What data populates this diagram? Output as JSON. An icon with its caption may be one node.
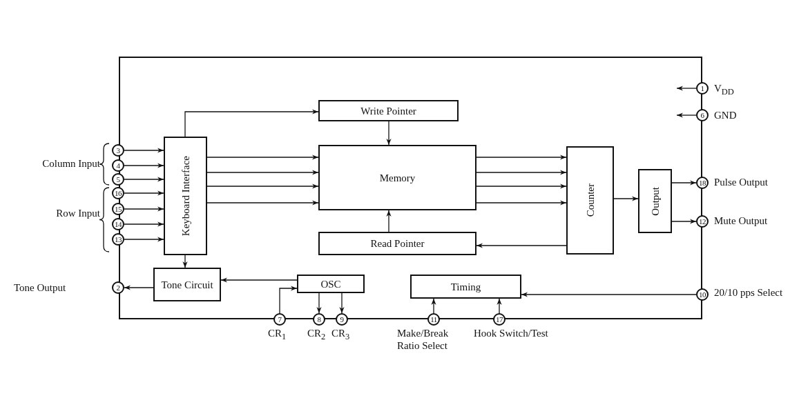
{
  "diagram": {
    "nodes": [
      {
        "text": [],
        "shape": "box"
      },
      {
        "text": [
          "Write Pointer"
        ],
        "in": 0
      },
      {
        "text": [
          "Keyboard Interface"
        ],
        "in": 0
      },
      {
        "text": [
          "Memory"
        ],
        "in": 0
      },
      {
        "text": [
          "Counter"
        ],
        "in": 0
      },
      {
        "text": [
          "Output"
        ],
        "in": 0
      },
      {
        "text": [
          "Read Pointer"
        ],
        "in": 0
      },
      {
        "text": [
          "Tone Circuit"
        ],
        "in": 0
      },
      {
        "text": [
          "OSC"
        ],
        "in": 0
      },
      {
        "text": [
          "Timing"
        ],
        "in": 0
      },
      {
        "text": [
          "1",
          "V$_{DD}$"
        ]
      },
      {
        "text": [
          "6",
          "GND"
        ]
      },
      {
        "text": [
          "3"
        ]
      },
      {
        "text": [
          "4"
        ]
      },
      {
        "text": [
          "5"
        ]
      },
      {
        "text": [
          "16"
        ]
      },
      {
        "text": [
          "15"
        ]
      },
      {
        "text": [
          "14"
        ]
      },
      {
        "text": [
          "13"
        ]
      },
      {
        "text": [
          "18",
          "Pulse Output"
        ]
      },
      {
        "text": [
          "12",
          "Mute Output"
        ]
      },
      {
        "text": [
          "Tone Output",
          "2"
        ]
      },
      {
        "text": [
          "10",
          "20/10 pps Select"
        ]
      },
      {
        "text": [
          "7",
          "CR$_{1}$"
        ]
      },
      {
        "text": [
          "8",
          "CR$_{2}$"
        ]
      },
      {
        "text": [
          "9",
          "CR$_{3}$"
        ]
      },
      {
        "text": [
          "11",
          "Make/Break Ratio Select"
        ]
      },
      {
        "text": [
          "17",
          "Hook Switch/Test"
        ]
      }
    ],
    "edges": [
      {
        "from": 10,
        "to": null,
        "arrow": "to"
      },
      {
        "from": 11,
        "to": null,
        "arrow": "to"
      },
      {
        "from": 12,
        "to": 2,
        "arrow": "to"
      },
      {
        "from": 13,
        "to": 2,
        "arrow": "to"
      },
      {
        "from": 14,
        "to": 2,
        "arrow": "to"
      },
      {
        "from": 15,
        "to": 2,
        "arrow": "to"
      },
      {
        "from": 16,
        "to": 2,
        "arrow": "to"
      },
      {
        "from": 17,
        "to": 2,
        "arrow": "to"
      },
      {
        "from": 18,
        "to": 2,
        "arrow": "to"
      },
      {
        "from": 2,
        "to": 1,
        "arrow": "to"
      },
      {
        "from": 2,
        "to": 3,
        "arrow": "to"
      },
      {
        "from": 2,
        "to": 3,
        "arrow": "to"
      },
      {
        "from": 2,
        "to": 3,
        "arrow": "to"
      },
      {
        "from": 2,
        "to": 3,
        "arrow": "to"
      },
      {
        "from": 1,
        "to": 3,
        "arrow": "to"
      },
      {
        "from": 6,
        "to": 3,
        "arrow": "to"
      },
      {
        "from": 3,
        "to": 4,
        "arrow": "to"
      },
      {
        "from": 3,
        "to": 4,
        "arrow": "to"
      },
      {
        "from": 3,
        "to": 4,
        "arrow": "to"
      },
      {
        "from": 3,
        "to": 4,
        "arrow": "to"
      },
      {
        "from": 4,
        "to": 6,
        "arrow": "to"
      },
      {
        "from": 4,
        "to": 5,
        "arrow": "to"
      },
      {
        "from": 5,
        "to": 19,
        "arrow": "to"
      },
      {
        "from": 5,
        "to": 20,
        "arrow": "to"
      },
      {
        "from": 2,
        "to": 7,
        "arrow": "to"
      },
      {
        "from": 7,
        "to": 21,
        "arrow": "to"
      },
      {
        "from": 8,
        "to": 7,
        "arrow": "to"
      },
      {
        "from": 23,
        "to": 8,
        "arrow": "to"
      },
      {
        "from": 8,
        "to": 24,
        "arrow": "to"
      },
      {
        "from": 8,
        "to": 25,
        "arrow": "to"
      },
      {
        "from": 26,
        "to": 9,
        "arrow": "to"
      },
      {
        "from": 27,
        "to": 9,
        "arrow": "to"
      },
      {
        "from": 22,
        "to": 9,
        "arrow": "to"
      }
    ],
    "labels": [
      "Column Input",
      "Row Input"
    ]
  }
}
